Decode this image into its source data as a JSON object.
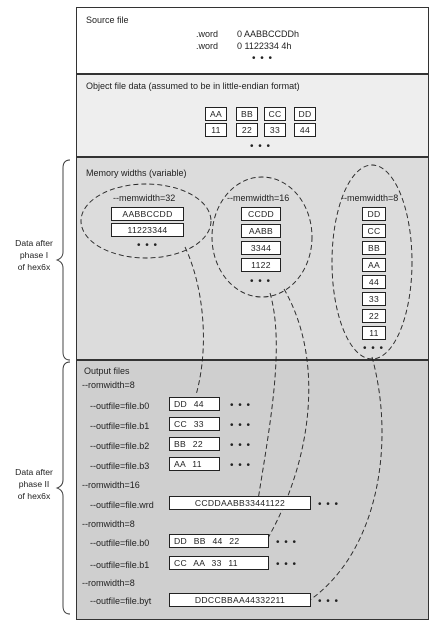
{
  "side_labels": {
    "phase1": [
      "Data after",
      "phase I",
      "of hex6x"
    ],
    "phase2": [
      "Data after",
      "phase II",
      "of hex6x"
    ]
  },
  "source": {
    "title": "Source file",
    "lines": [
      {
        "directive": ".word",
        "value": "0 AABBCCDDh"
      },
      {
        "directive": ".word",
        "value": "0 1122334 4h"
      }
    ],
    "ellipsis": "• • •"
  },
  "object_data": {
    "title": "Object file data (assumed to be in little-endian format)",
    "row1": [
      "AA",
      "BB",
      "CC",
      "DD"
    ],
    "row2": [
      "11",
      "22",
      "33",
      "44"
    ],
    "ellipsis": "• • •"
  },
  "memory": {
    "title": "Memory widths (variable)",
    "groups": [
      {
        "label": "--memwidth=32",
        "cells": [
          "AABBCCDD",
          "11223344"
        ],
        "ellipsis": "• • •"
      },
      {
        "label": "--memwidth=16",
        "cells": [
          "CCDD",
          "AABB",
          "3344",
          "1122"
        ],
        "ellipsis": "• • •"
      },
      {
        "label": "--memwidth=8",
        "cells": [
          "DD",
          "CC",
          "BB",
          "AA",
          "44",
          "33",
          "22",
          "11"
        ],
        "ellipsis": "• • •"
      }
    ]
  },
  "output": {
    "title": "Output files",
    "sections": [
      {
        "romwidth": "--romwidth=8",
        "rows": [
          {
            "outfile": "--outfile=file.b0",
            "data": "DD  44",
            "ellipsis": "• • •"
          },
          {
            "outfile": "--outfile=file.b1",
            "data": "CC  33",
            "ellipsis": "• • •"
          },
          {
            "outfile": "--outfile=file.b2",
            "data": "BB  22",
            "ellipsis": "• • •"
          },
          {
            "outfile": "--outfile=file.b3",
            "data": "AA  11",
            "ellipsis": "• • •"
          }
        ]
      },
      {
        "romwidth": "--romwidth=16",
        "rows": [
          {
            "outfile": "--outfile=file.wrd",
            "data": "CCDDAABB33441122",
            "ellipsis": "• • •"
          }
        ]
      },
      {
        "romwidth": "--romwidth=8",
        "rows": [
          {
            "outfile": "--outfile=file.b0",
            "data": "DD  BB  44  22",
            "ellipsis": "• • •"
          },
          {
            "outfile": "--outfile=file.b1",
            "data": "CC  AA  33  11",
            "ellipsis": "• • •"
          }
        ]
      },
      {
        "romwidth": "--romwidth=8",
        "rows": [
          {
            "outfile": "--outfile=file.byt",
            "data": "DDCCBBAA44332211",
            "ellipsis": "• • •"
          }
        ]
      }
    ]
  }
}
